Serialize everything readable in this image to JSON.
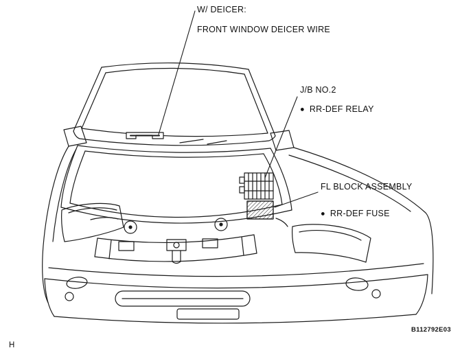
{
  "page": {
    "page_letter": "H",
    "figure_code": "B112792E03"
  },
  "labels": {
    "deicer": {
      "line1": "W/ DEICER:",
      "line2": "FRONT WINDOW DEICER WIRE"
    },
    "jb_no2": {
      "title": "J/B NO.2",
      "item": "RR-DEF RELAY"
    },
    "fl_block": {
      "title": "FL BLOCK ASSEMBLY",
      "item": "RR-DEF FUSE"
    },
    "bullet": "●"
  },
  "diagram": {
    "subject": "vehicle front view with hood open showing engine compartment",
    "callout_targets": [
      "front window deicer wire at windshield cowl",
      "junction block no.2 relay box in right engine bay",
      "fusible link block assembly below relay box"
    ]
  },
  "colors": {
    "line": "#1b1b1b",
    "background": "#ffffff"
  }
}
